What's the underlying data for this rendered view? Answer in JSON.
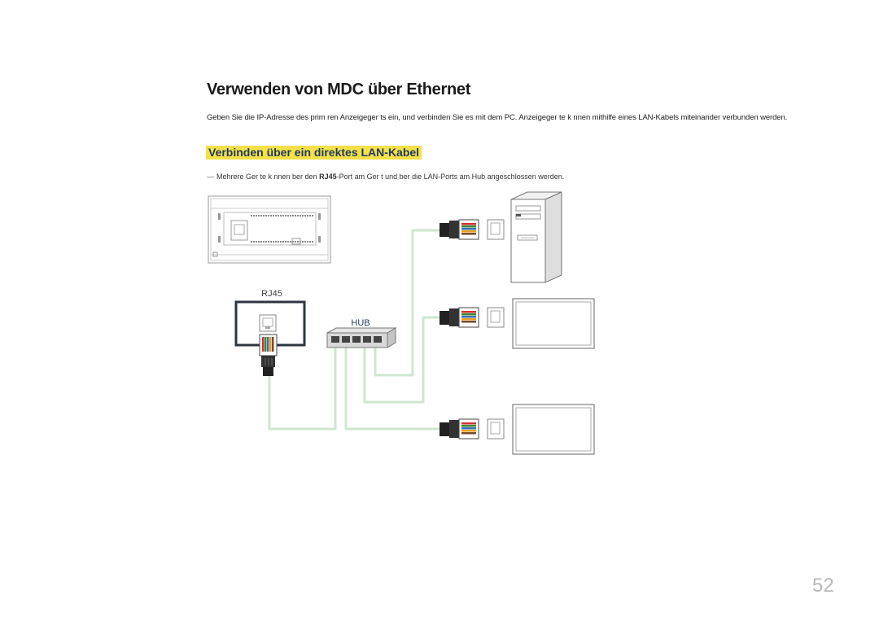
{
  "document": {
    "title": "Verwenden von MDC über Ethernet",
    "intro": "Geben Sie die IP-Adresse des prim ren Anzeigeger ts ein, und verbinden Sie es mit dem PC. Anzeigeger te k nnen mithilfe eines LAN-Kabels miteinander verbunden werden.",
    "subheading": "Verbinden über ein direktes LAN-Kabel",
    "note": {
      "marker": "―",
      "part1": "Mehrere Ger te k nnen  ber den ",
      "bold": "RJ45",
      "part2": "-Port am Ger t und  ber die LAN-Ports am Hub angeschlossen werden."
    },
    "page_number": "52"
  },
  "diagram": {
    "rj45_label": "RJ45",
    "hub_label": "HUB",
    "cable_color": "#cfe6cf",
    "frame_color": "#2f3541"
  }
}
